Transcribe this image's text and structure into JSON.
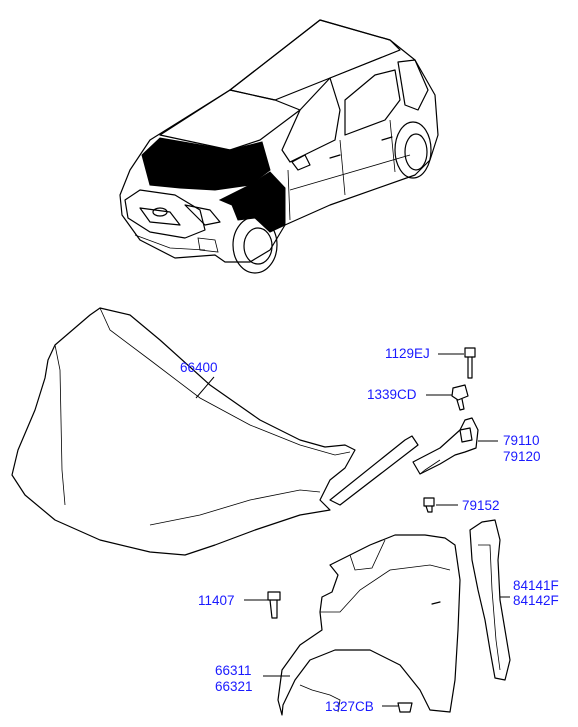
{
  "colors": {
    "label": "#1a1aff",
    "line": "#000000",
    "fill_dark": "#000000",
    "fill_light": "#ffffff"
  },
  "labels": {
    "hood": "66400",
    "hinge_bolt": "1129EJ",
    "hinge_nut": "1339CD",
    "hinge_lh": "79110",
    "hinge_rh": "79120",
    "hinge_screw": "79152",
    "fender_bolt": "11407",
    "bracket_lh": "84141F",
    "bracket_rh": "84142F",
    "fender_lh": "66311",
    "fender_rh": "66321",
    "clip": "1327CB"
  }
}
